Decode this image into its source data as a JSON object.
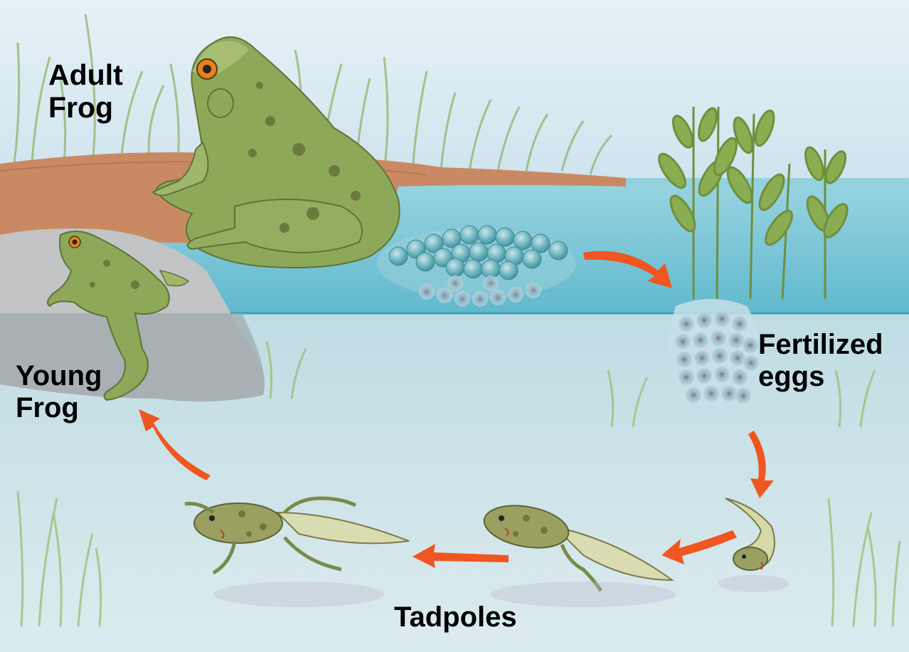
{
  "labels": {
    "adult_frog_line1": "Adult",
    "adult_frog_line2": "Frog",
    "young_frog_line1": "Young",
    "young_frog_line2": "Frog",
    "fertilized_eggs_line1": "Fertilized",
    "fertilized_eggs_line2": "eggs",
    "tadpoles": "Tadpoles"
  },
  "colors": {
    "sky": "#dcecf3",
    "water_surface": "#7cc4d8",
    "underwater": "#cfe4ea",
    "bank": "#c98a63",
    "frog_body": "#8ea85a",
    "frog_spot": "#6b7a3c",
    "arrow": "#f0561f",
    "egg": "#5fa9b3",
    "plant": "#7ea24a"
  },
  "icons": {
    "adult": "adult-frog-icon",
    "young": "young-frog-icon",
    "eggs": "egg-cluster-icon",
    "tadpole": "tadpole-icon"
  }
}
